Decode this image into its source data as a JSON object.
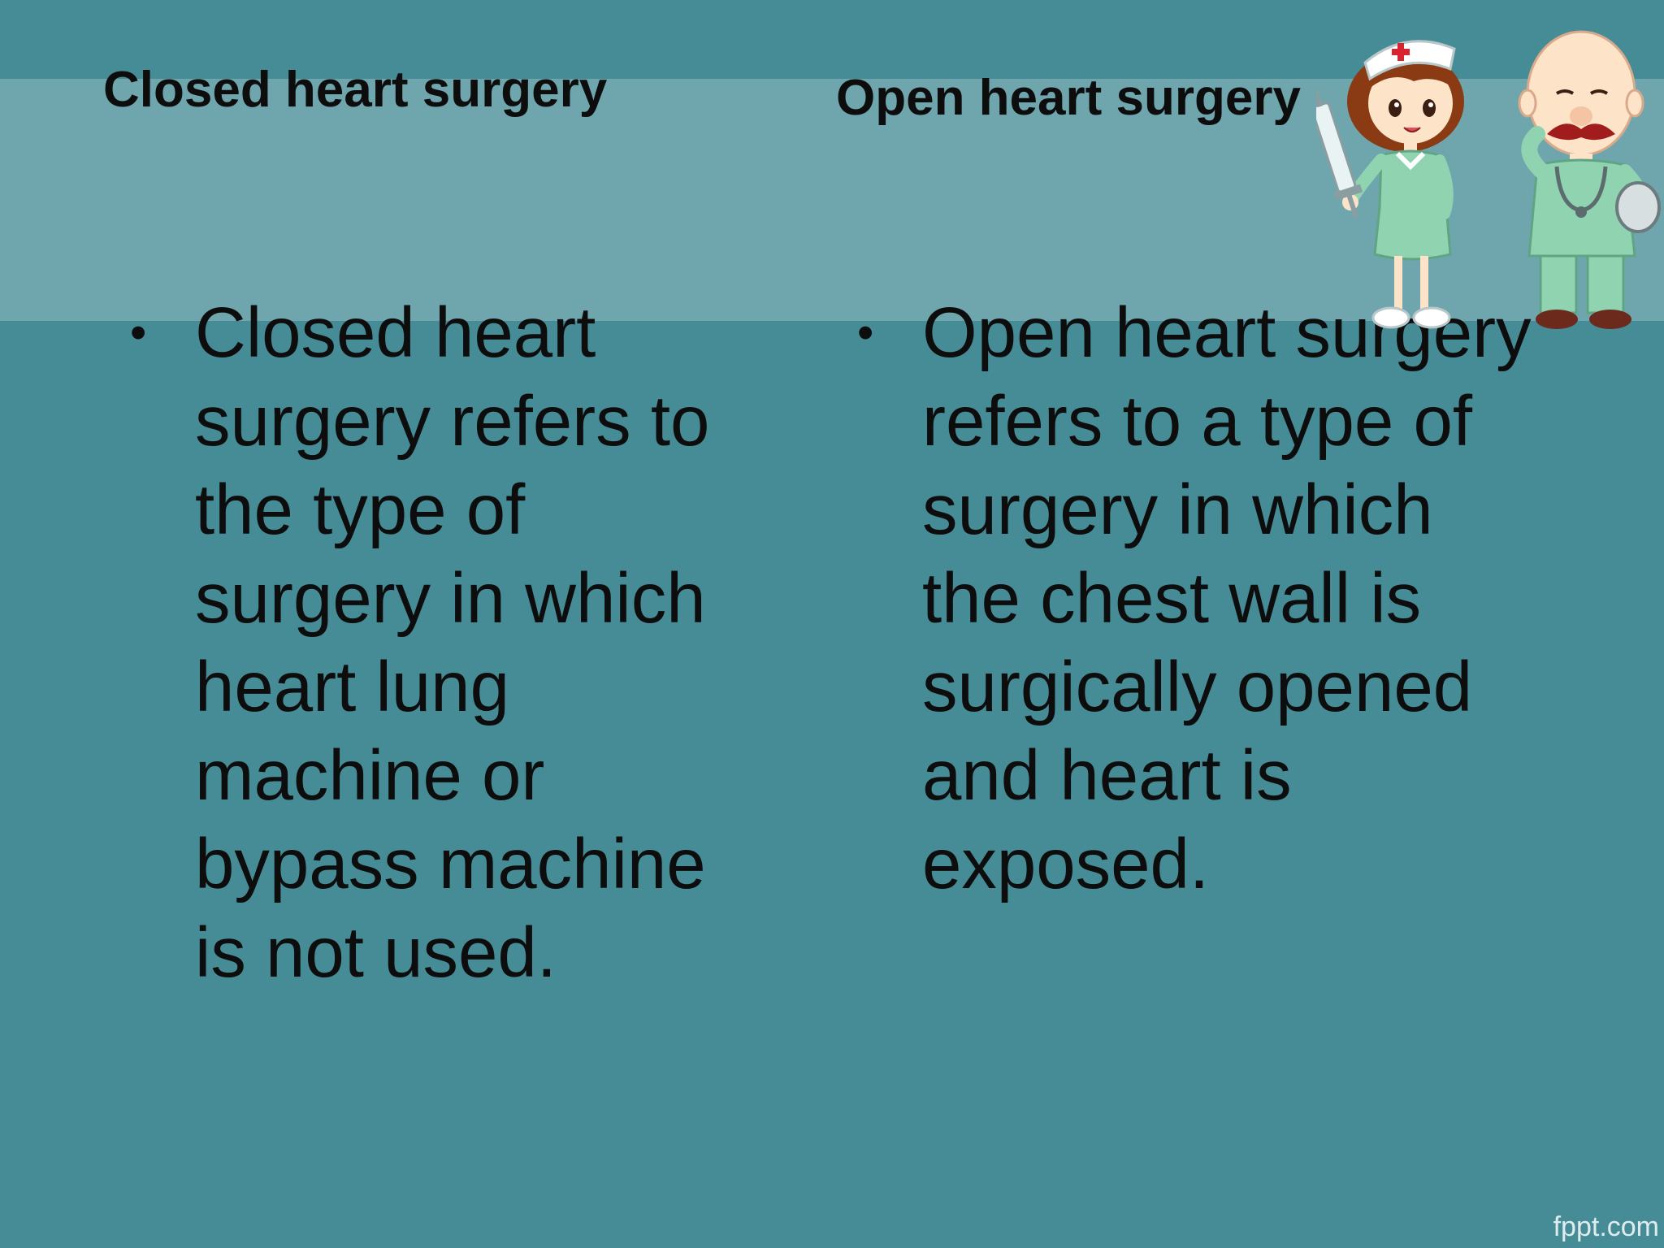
{
  "slide": {
    "colors": {
      "background": "#468c96",
      "band": "#6fa6ad",
      "text": "#0d0d0d"
    },
    "left": {
      "heading": "Closed heart surgery",
      "bullet_symbol": "•",
      "bullet_text": "Closed heart surgery refers to the type of surgery in which heart lung machine or bypass machine is not used."
    },
    "right": {
      "heading": "Open heart surgery",
      "bullet_symbol": "•",
      "bullet_text": "Open heart surgery refers to a type of surgery in which the chest wall is surgically opened and heart is exposed."
    },
    "illustration": {
      "name": "nurse-and-doctor-cartoon"
    },
    "watermark": "fppt.com"
  }
}
